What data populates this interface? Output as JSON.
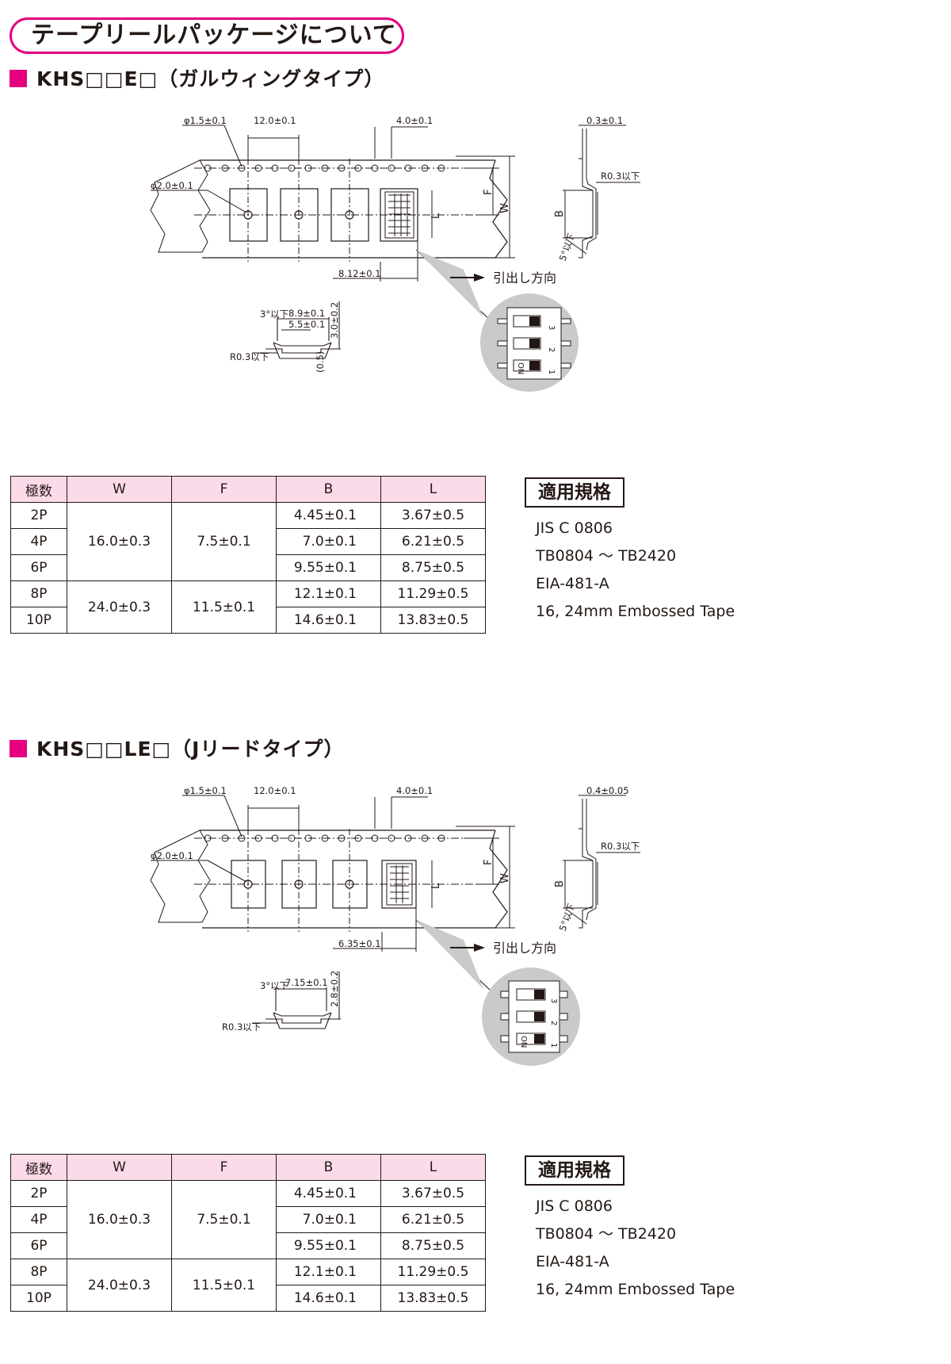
{
  "header": {
    "title": "テープリールパッケージについて"
  },
  "sections": [
    {
      "title": "KHS□□E□（ガルウィングタイプ）",
      "drawing": {
        "dim_hole": "φ1.5±0.1",
        "dim_pitch": "12.0±0.1",
        "dim_sprocket_pitch": "4.0±0.1",
        "dim_center_hole": "φ2.0±0.1",
        "dim_F": "F",
        "dim_W": "W",
        "dim_L": "L",
        "dim_offset": "8.12±0.1",
        "dim_thickness": "0.3±0.1",
        "dim_radius": "R0.3以下",
        "dim_B": "B",
        "dim_angle": "5°以下",
        "pull_direction": "引出し方向",
        "cross_angle": "3°以下",
        "cross_w1": "8.9±0.1",
        "cross_w2": "5.5±0.1",
        "cross_h": "3.0±0.2",
        "cross_radius": "R0.3以下",
        "cross_gap": "(0.5)",
        "switch_labels": [
          "3",
          "2",
          "1"
        ],
        "switch_on": "ON"
      },
      "table": {
        "headers": [
          "極数",
          "W",
          "F",
          "B",
          "L"
        ],
        "rows": [
          {
            "poles": "2P",
            "B": "4.45±0.1",
            "L": "3.67±0.5"
          },
          {
            "poles": "4P",
            "B": "7.0±0.1",
            "L": "6.21±0.5"
          },
          {
            "poles": "6P",
            "B": "9.55±0.1",
            "L": "8.75±0.5"
          },
          {
            "poles": "8P",
            "B": "12.1±0.1",
            "L": "11.29±0.5"
          },
          {
            "poles": "10P",
            "B": "14.6±0.1",
            "L": "13.83±0.5"
          }
        ],
        "groups": [
          {
            "W": "16.0±0.3",
            "F": "7.5±0.1"
          },
          {
            "W": "24.0±0.3",
            "F": "11.5±0.1"
          }
        ]
      },
      "standards": {
        "title": "適用規格",
        "items": [
          "JIS C 0806",
          "TB0804 ～ TB2420",
          "EIA-481-A",
          "16, 24mm Embossed Tape"
        ]
      }
    },
    {
      "title": "KHS□□LE□（Jリードタイプ）",
      "drawing": {
        "dim_hole": "φ1.5±0.1",
        "dim_pitch": "12.0±0.1",
        "dim_sprocket_pitch": "4.0±0.1",
        "dim_center_hole": "φ2.0±0.1",
        "dim_F": "F",
        "dim_W": "W",
        "dim_L": "L",
        "dim_offset": "6.35±0.1",
        "dim_thickness": "0.4±0.05",
        "dim_radius": "R0.3以下",
        "dim_B": "B",
        "dim_angle": "5°以下",
        "pull_direction": "引出し方向",
        "cross_angle": "3°以下",
        "cross_w1": "7.15±0.1",
        "cross_w2": "",
        "cross_h": "2.8±0.2",
        "cross_radius": "R0.3以下",
        "cross_gap": "",
        "switch_labels": [
          "3",
          "2",
          "1"
        ],
        "switch_on": "ON"
      },
      "table": {
        "headers": [
          "極数",
          "W",
          "F",
          "B",
          "L"
        ],
        "rows": [
          {
            "poles": "2P",
            "B": "4.45±0.1",
            "L": "3.67±0.5"
          },
          {
            "poles": "4P",
            "B": "7.0±0.1",
            "L": "6.21±0.5"
          },
          {
            "poles": "6P",
            "B": "9.55±0.1",
            "L": "8.75±0.5"
          },
          {
            "poles": "8P",
            "B": "12.1±0.1",
            "L": "11.29±0.5"
          },
          {
            "poles": "10P",
            "B": "14.6±0.1",
            "L": "13.83±0.5"
          }
        ],
        "groups": [
          {
            "W": "16.0±0.3",
            "F": "7.5±0.1"
          },
          {
            "W": "24.0±0.3",
            "F": "11.5±0.1"
          }
        ]
      },
      "standards": {
        "title": "適用規格",
        "items": [
          "JIS C 0806",
          "TB0804 ～ TB2420",
          "EIA-481-A",
          "16, 24mm Embossed Tape"
        ]
      }
    }
  ],
  "colors": {
    "accent": "#e4007f",
    "header_bg": "#fbdbe9",
    "magnifier": "#c9caca",
    "ink": "#231815"
  }
}
